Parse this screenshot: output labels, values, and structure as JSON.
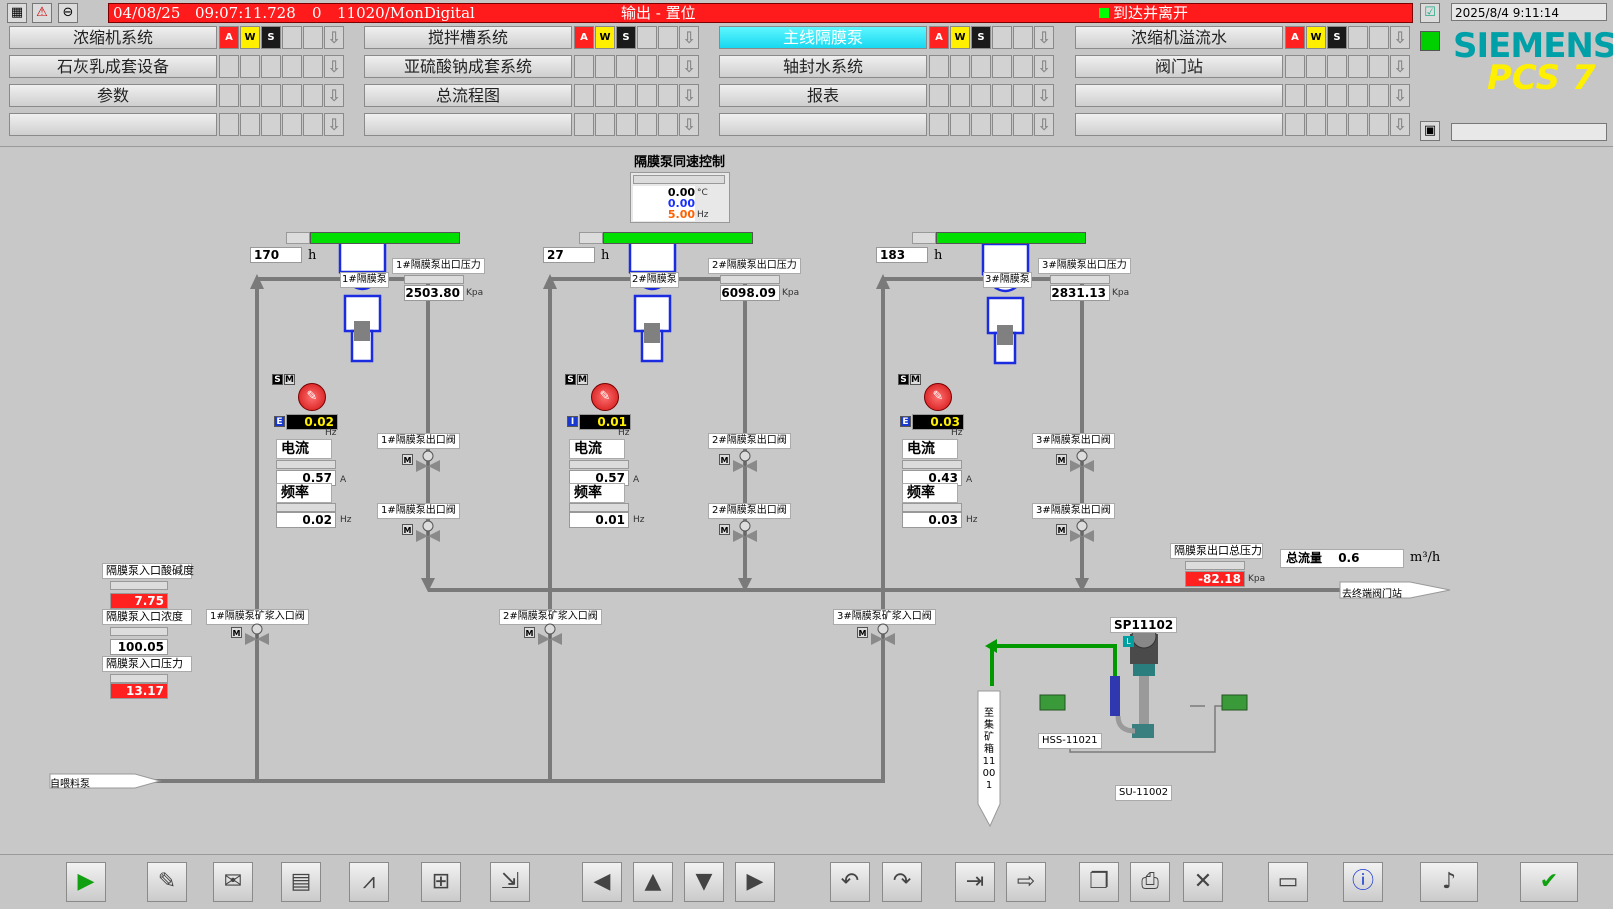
{
  "header": {
    "date": "04/08/25",
    "time": "09:07:11.728",
    "flag": "0",
    "source": "11020/MonDigital",
    "message": "输出 - 置位",
    "status": "到达并离开",
    "clock": "2025/8/4 9:11:14"
  },
  "brand": {
    "name": "SIEMENS",
    "product": "PCS 7"
  },
  "nav": {
    "row1": [
      {
        "label": "浓缩机系统",
        "alarms": [
          "A",
          "W",
          "S"
        ]
      },
      {
        "label": "搅拌槽系统",
        "alarms": [
          "A",
          "W",
          "S"
        ]
      },
      {
        "label": "主线隔膜泵",
        "alarms": [
          "A",
          "W",
          "S"
        ],
        "active": true
      },
      {
        "label": "浓缩机溢流水",
        "alarms": [
          "A",
          "W",
          "S"
        ]
      }
    ],
    "row2": [
      {
        "label": "石灰乳成套设备"
      },
      {
        "label": "亚硫酸钠成套系统"
      },
      {
        "label": "轴封水系统"
      },
      {
        "label": "阀门站"
      }
    ],
    "row3": [
      {
        "label": "参数"
      },
      {
        "label": "总流程图"
      },
      {
        "label": "报表"
      },
      {
        "label": ""
      }
    ],
    "row4": [
      {
        "label": ""
      },
      {
        "label": ""
      },
      {
        "label": ""
      },
      {
        "label": ""
      }
    ]
  },
  "sync": {
    "title": "隔膜泵同速控制",
    "v1": "0.00",
    "v1_unit": "°C",
    "v2": "0.00",
    "v3": "5.00",
    "v3_unit": "Hz"
  },
  "pumps": [
    {
      "hours": "170",
      "hours_unit": "h",
      "name": "1#隔膜泵",
      "pressure_label": "1#隔膜泵出口压力",
      "pressure": "2503.80",
      "pressure_unit": "Kpa",
      "freq_set": "0.02",
      "freq_set_unit": "Hz",
      "current_label": "电流",
      "current": "0.57",
      "current_unit": "A",
      "freq_label": "频率",
      "freq": "0.02",
      "freq_unit": "Hz",
      "outlet_valve_a": "1#隔膜泵出口阀",
      "outlet_valve_b": "1#隔膜泵出口阀",
      "inlet_valve": "1#隔膜泵矿浆入口阀",
      "mode_tag": "E"
    },
    {
      "hours": "27",
      "hours_unit": "h",
      "name": "2#隔膜泵",
      "pressure_label": "2#隔膜泵出口压力",
      "pressure": "6098.09",
      "pressure_unit": "Kpa",
      "freq_set": "0.01",
      "freq_set_unit": "Hz",
      "current_label": "电流",
      "current": "0.57",
      "current_unit": "A",
      "freq_label": "频率",
      "freq": "0.01",
      "freq_unit": "Hz",
      "outlet_valve_a": "2#隔膜泵出口阀",
      "outlet_valve_b": "2#隔膜泵出口阀",
      "inlet_valve": "2#隔膜泵矿浆入口阀",
      "mode_tag": "I"
    },
    {
      "hours": "183",
      "hours_unit": "h",
      "name": "3#隔膜泵",
      "pressure_label": "3#隔膜泵出口压力",
      "pressure": "2831.13",
      "pressure_unit": "Kpa",
      "freq_set": "0.03",
      "freq_set_unit": "Hz",
      "current_label": "电流",
      "current": "0.43",
      "current_unit": "A",
      "freq_label": "频率",
      "freq": "0.03",
      "freq_unit": "Hz",
      "outlet_valve_a": "3#隔膜泵出口阀",
      "outlet_valve_b": "3#隔膜泵出口阀",
      "inlet_valve": "3#隔膜泵矿浆入口阀",
      "mode_tag": "E"
    }
  ],
  "inlet": {
    "acidity_label": "隔膜泵入口酸碱度",
    "acidity": "7.75",
    "density_label": "隔膜泵入口浓度",
    "density": "100.05",
    "pressure_label": "隔膜泵入口压力",
    "pressure": "13.17"
  },
  "outlet": {
    "total_pressure_label": "隔膜泵出口总压力",
    "total_pressure": "-82.18",
    "total_pressure_unit": "Kpa",
    "flow_label": "总流量",
    "flow": "0.6",
    "flow_unit": "m³/h",
    "to_station": "去终端阀门站"
  },
  "feed": {
    "from_label": "自喂料泵"
  },
  "sump": {
    "pump_tag": "SP11102",
    "hss_tag": "HSS-11021",
    "su_tag": "SU-11002",
    "tank_label": "至集矿箱11001"
  },
  "toolbar": [
    "play-icon",
    "wrench-icon",
    "notepad-icon",
    "report-icon",
    "trend-icon",
    "thermometer-icon",
    "export-icon",
    "arrow-left-icon",
    "arrow-up-icon",
    "arrow-down-icon",
    "arrow-right-icon",
    "undo-icon",
    "redo-icon",
    "enter-icon",
    "next-icon",
    "copy-icon",
    "print-icon",
    "delete-icon",
    "monitor-icon",
    "info-icon",
    "sound-icon",
    "ack-icon"
  ]
}
